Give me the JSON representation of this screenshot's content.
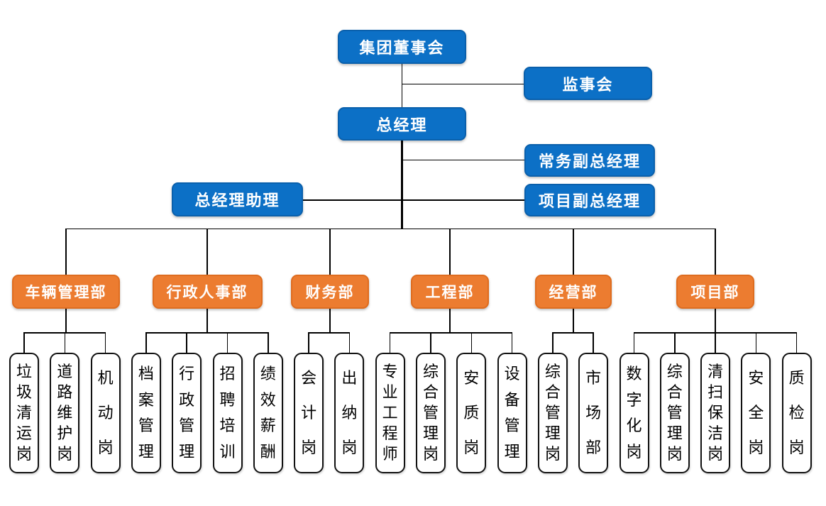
{
  "colors": {
    "executive_blue": "#0C70C6",
    "department_orange": "#EC7C30",
    "leaf_background": "#FFFFFF",
    "connector_black": "#000000"
  },
  "tree": {
    "board": {
      "label": "集团董事会"
    },
    "supervisory_board": {
      "label": "监事会"
    },
    "general_manager": {
      "label": "总经理"
    },
    "executive_deputy_gm": {
      "label": "常务副总经理"
    },
    "project_deputy_gm": {
      "label": "项目副总经理"
    },
    "gm_assistant": {
      "label": "总经理助理"
    },
    "departments": [
      {
        "label": "车辆管理部",
        "positions": [
          "垃圾清运岗",
          "道路维护岗",
          "机动岗"
        ]
      },
      {
        "label": "行政人事部",
        "positions": [
          "档案管理",
          "行政管理",
          "招聘培训",
          "绩效薪酬"
        ]
      },
      {
        "label": "财务部",
        "positions": [
          "会计岗",
          "出纳岗"
        ]
      },
      {
        "label": "工程部",
        "positions": [
          "专业工程师",
          "综合管理岗",
          "安质岗",
          "设备管理"
        ]
      },
      {
        "label": "经营部",
        "positions": [
          "综合管理岗",
          "市场部"
        ]
      },
      {
        "label": "项目部",
        "positions": [
          "数字化岗",
          "综合管理岗",
          "清扫保洁岗",
          "安全岗",
          "质检岗"
        ]
      }
    ]
  }
}
